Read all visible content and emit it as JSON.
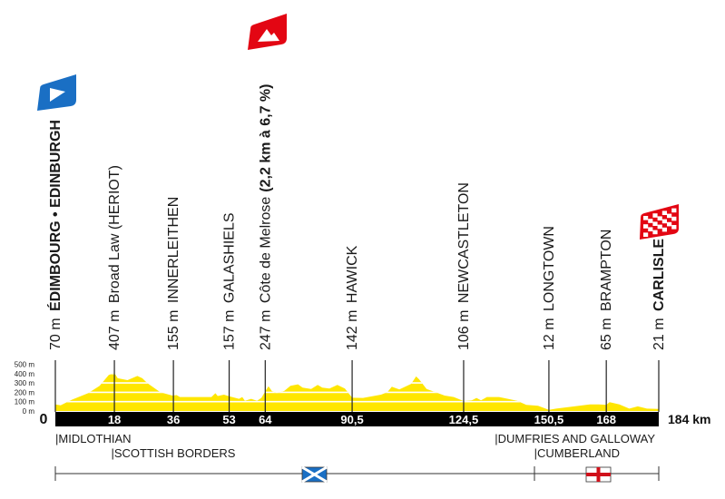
{
  "colors": {
    "profile": "#ffe600",
    "bar": "#000000",
    "start_flag": "#1a6fc4",
    "climb_flag": "#e30613",
    "finish_flag": "#e30613"
  },
  "icons": {
    "start": "start-flag-icon",
    "climb": "mountain-climb-icon",
    "finish": "checkered-finish-flag-icon",
    "scotland": "scotland-flag-icon",
    "england": "england-flag-icon"
  },
  "chart_data": {
    "type": "area",
    "title": "",
    "xlabel": "km",
    "ylabel": "m",
    "xlim": [
      0,
      184
    ],
    "ylim": [
      0,
      500
    ],
    "y_ticks": [
      "500 m",
      "400 m",
      "300 m",
      "200 m",
      "100 m",
      "0 m"
    ],
    "y_tick_values": [
      500,
      400,
      300,
      200,
      100,
      0
    ],
    "x_start_label": "0",
    "x_end_label": "184 km",
    "km_markers": [
      {
        "km": 18,
        "label": "18"
      },
      {
        "km": 36,
        "label": "36"
      },
      {
        "km": 53,
        "label": "53"
      },
      {
        "km": 64,
        "label": "64"
      },
      {
        "km": 90.5,
        "label": "90,5"
      },
      {
        "km": 124.5,
        "label": "124,5"
      },
      {
        "km": 150.5,
        "label": "150,5"
      },
      {
        "km": 168,
        "label": "168"
      }
    ],
    "profile": [
      [
        0,
        70
      ],
      [
        1.6,
        60
      ],
      [
        5,
        120
      ],
      [
        10,
        190
      ],
      [
        13.5,
        270
      ],
      [
        16.3,
        385
      ],
      [
        18,
        407
      ],
      [
        19,
        350
      ],
      [
        22,
        330
      ],
      [
        25,
        375
      ],
      [
        26.5,
        350
      ],
      [
        28,
        300
      ],
      [
        32,
        200
      ],
      [
        35.7,
        165
      ],
      [
        37,
        170
      ],
      [
        38,
        150
      ],
      [
        42,
        150
      ],
      [
        47.6,
        150
      ],
      [
        48.8,
        190
      ],
      [
        49.5,
        160
      ],
      [
        51.4,
        175
      ],
      [
        53,
        157
      ],
      [
        56,
        130
      ],
      [
        57,
        150
      ],
      [
        57.8,
        110
      ],
      [
        59.7,
        130
      ],
      [
        61.5,
        110
      ],
      [
        62.8,
        140
      ],
      [
        64,
        210
      ],
      [
        65,
        265
      ],
      [
        66,
        215
      ],
      [
        67.5,
        190
      ],
      [
        69.8,
        215
      ],
      [
        71.7,
        270
      ],
      [
        74,
        285
      ],
      [
        75.4,
        250
      ],
      [
        78,
        235
      ],
      [
        80,
        280
      ],
      [
        81.4,
        250
      ],
      [
        83.6,
        240
      ],
      [
        86,
        280
      ],
      [
        88.3,
        240
      ],
      [
        90.5,
        142
      ],
      [
        93.8,
        140
      ],
      [
        99.3,
        175
      ],
      [
        101.2,
        200
      ],
      [
        102.6,
        260
      ],
      [
        104.9,
        230
      ],
      [
        108.5,
        290
      ],
      [
        110,
        370
      ],
      [
        110.9,
        340
      ],
      [
        113.2,
        235
      ],
      [
        116,
        200
      ],
      [
        118.7,
        165
      ],
      [
        121.5,
        150
      ],
      [
        124.5,
        106
      ],
      [
        127,
        115
      ],
      [
        128.4,
        140
      ],
      [
        129.8,
        115
      ],
      [
        131.6,
        150
      ],
      [
        135.3,
        150
      ],
      [
        138,
        130
      ],
      [
        140.8,
        110
      ],
      [
        143.6,
        65
      ],
      [
        147.2,
        55
      ],
      [
        150.5,
        12
      ],
      [
        152.7,
        25
      ],
      [
        158.3,
        50
      ],
      [
        163,
        70
      ],
      [
        165.7,
        70
      ],
      [
        168,
        65
      ],
      [
        169,
        95
      ],
      [
        172,
        70
      ],
      [
        175,
        25
      ],
      [
        177.6,
        50
      ],
      [
        180.4,
        25
      ],
      [
        184,
        21
      ]
    ],
    "places": [
      {
        "km": 0,
        "elev": "70 m",
        "name": "ÉDIMBOURG • EDINBURGH",
        "bold": true,
        "detail": ""
      },
      {
        "km": 18,
        "elev": "407 m",
        "name": "Broad Law (HERIOT)",
        "bold": false,
        "detail": ""
      },
      {
        "km": 36,
        "elev": "155 m",
        "name": "INNERLEITHEN",
        "bold": false,
        "detail": ""
      },
      {
        "km": 53,
        "elev": "157 m",
        "name": "GALASHIELS",
        "bold": false,
        "detail": ""
      },
      {
        "km": 64,
        "elev": "247 m",
        "name": "Côte de Melrose",
        "bold": false,
        "detail": "(2,2 km à 6,7 %)"
      },
      {
        "km": 90.5,
        "elev": "142 m",
        "name": "HAWICK",
        "bold": false,
        "detail": ""
      },
      {
        "km": 124.5,
        "elev": "106 m",
        "name": "NEWCASTLETON",
        "bold": false,
        "detail": ""
      },
      {
        "km": 150.5,
        "elev": "12 m",
        "name": "LONGTOWN",
        "bold": false,
        "detail": ""
      },
      {
        "km": 168,
        "elev": "65 m",
        "name": "BRAMPTON",
        "bold": false,
        "detail": ""
      },
      {
        "km": 184,
        "elev": "21 m",
        "name": "CARLISLE",
        "bold": true,
        "detail": ""
      }
    ],
    "regions": [
      {
        "km": 0,
        "label": "|MIDLOTHIAN",
        "row": 0
      },
      {
        "km": 17,
        "label": "|SCOTTISH BORDERS",
        "row": 1
      },
      {
        "km": 134,
        "label": "|DUMFRIES AND GALLOWAY",
        "row": 0
      },
      {
        "km": 146,
        "label": "|CUMBERLAND",
        "row": 1
      }
    ],
    "countries": [
      {
        "from_km": 0,
        "to_km": 146,
        "flag": "scotland"
      },
      {
        "from_km": 146,
        "to_km": 184,
        "flag": "england"
      }
    ]
  }
}
